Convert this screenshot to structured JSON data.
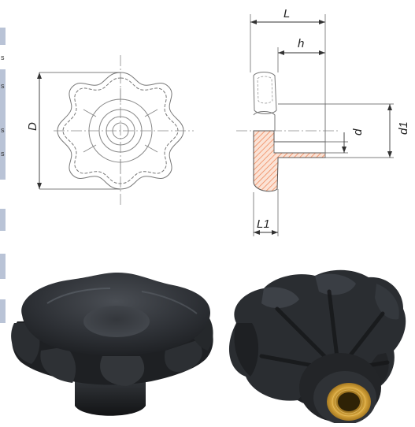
{
  "drawing": {
    "labels": {
      "D": "D",
      "L": "L",
      "h": "h",
      "d": "d",
      "d1": "d1",
      "L1": "L1"
    }
  },
  "left_edge_marks": [
    "s",
    "s",
    "s",
    "s"
  ],
  "photos": {
    "knob_color": "#2a2d31",
    "insert_color": "#c9962e"
  }
}
